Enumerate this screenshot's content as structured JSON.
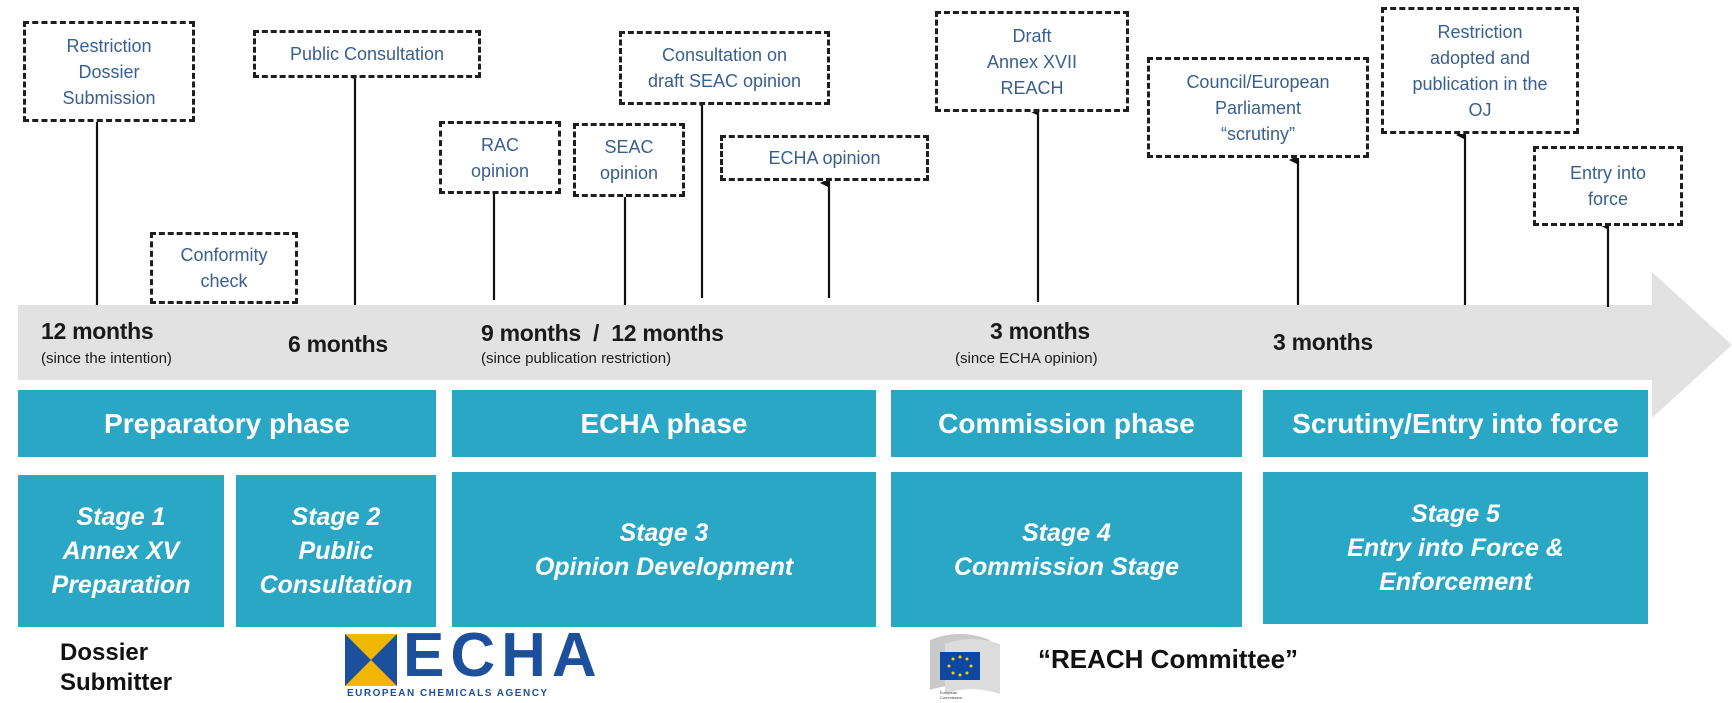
{
  "milestones": {
    "restriction_dossier": "Restriction\nDossier\nSubmission",
    "conformity_check": "Conformity\ncheck",
    "public_consultation": "Public Consultation",
    "rac_opinion": "RAC\nopinion",
    "seac_opinion": "SEAC\nopinion",
    "consultation_seac": "Consultation on\ndraft SEAC opinion",
    "echa_opinion": "ECHA opinion",
    "draft_annex": "Draft\nAnnex XVII\nREACH",
    "council_scrutiny": "Council/European\nParliament\n“scrutiny”",
    "restriction_adopted": "Restriction\nadopted and\npublication in the\nOJ",
    "entry_into_force": "Entry into\nforce"
  },
  "timeline": {
    "d1": "12 months",
    "d1_note": "(since the intention)",
    "d2": "6 months",
    "d3": "9 months  /  12 months",
    "d3_note": "(since publication restriction)",
    "d4": "3 months",
    "d4_note": "(since ECHA opinion)",
    "d5": "3 months"
  },
  "phases": {
    "preparatory": "Preparatory phase",
    "echa": "ECHA phase",
    "commission": "Commission phase",
    "scrutiny": "Scrutiny/Entry into force"
  },
  "stages": {
    "s1": "Stage 1\nAnnex XV\nPreparation",
    "s2": "Stage 2\nPublic\nConsultation",
    "s3": "Stage 3\nOpinion Development",
    "s4": "Stage 4\nCommission Stage",
    "s5": "Stage 5\nEntry into Force &\nEnforcement"
  },
  "footer": {
    "dossier_submitter": "Dossier\nSubmitter",
    "echa_logo_word": "ECHA",
    "echa_logo_sub": "EUROPEAN CHEMICALS AGENCY",
    "eu_logo_text": "European Commission",
    "reach_committee": "“REACH Committee”"
  },
  "colors": {
    "phase_blue": "#2aa7c4",
    "arrow_grey": "#e2e2e2",
    "box_text": "#3a5f8f",
    "echa_yellow": "#f2b705",
    "echa_blue": "#1c4f9c"
  }
}
